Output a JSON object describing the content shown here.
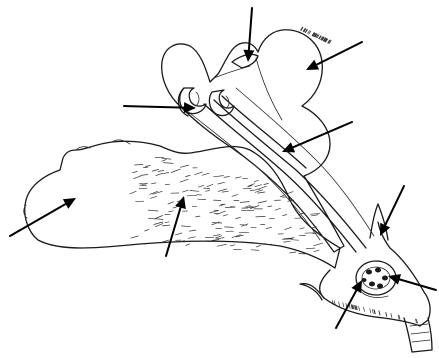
{
  "figure": {
    "background": "#ffffff",
    "ink_color": "#1a1a1a",
    "arrow_color": "#000000"
  },
  "parts": [
    {
      "id": "upper-lip"
    },
    {
      "id": "lower-lip-lobe"
    },
    {
      "id": "lower-lip-hairs"
    },
    {
      "id": "anthers"
    },
    {
      "id": "stamen-filament"
    },
    {
      "id": "calyx-tooth"
    },
    {
      "id": "ovary"
    },
    {
      "id": "nectary"
    },
    {
      "id": "hood-notch"
    }
  ]
}
